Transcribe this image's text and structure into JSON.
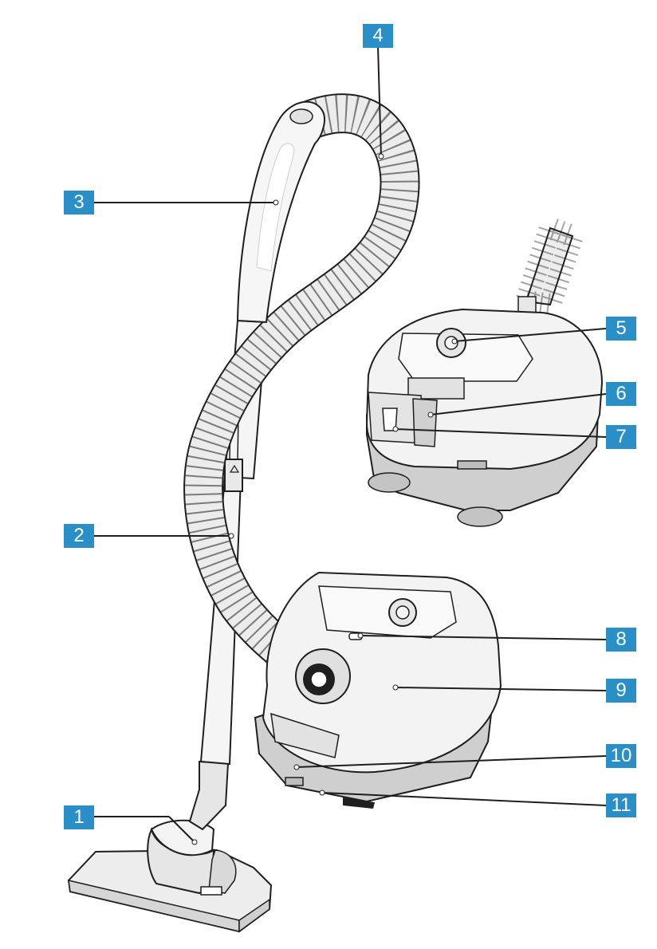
{
  "diagram": {
    "colors": {
      "callout": "#2b8fc7",
      "outline": "#1f1f1f",
      "body_fill": "#f2f2f2",
      "lower_fill": "#cfcfcf"
    },
    "callouts": [
      {
        "id": "1",
        "label": "1",
        "part": "floor-nozzle"
      },
      {
        "id": "2",
        "label": "2",
        "part": "telescopic-tube"
      },
      {
        "id": "3",
        "label": "3",
        "part": "handle"
      },
      {
        "id": "4",
        "label": "4",
        "part": "suction-hose"
      },
      {
        "id": "5",
        "label": "5",
        "part": "on-off-switch"
      },
      {
        "id": "6",
        "label": "6",
        "part": "cable-storage"
      },
      {
        "id": "7",
        "label": "7",
        "part": "mains-plug"
      },
      {
        "id": "8",
        "label": "8",
        "part": "indicator"
      },
      {
        "id": "9",
        "label": "9",
        "part": "housing-lid"
      },
      {
        "id": "10",
        "label": "10",
        "part": "carrying-handle"
      },
      {
        "id": "11",
        "label": "11",
        "part": "parking-holder"
      }
    ]
  }
}
